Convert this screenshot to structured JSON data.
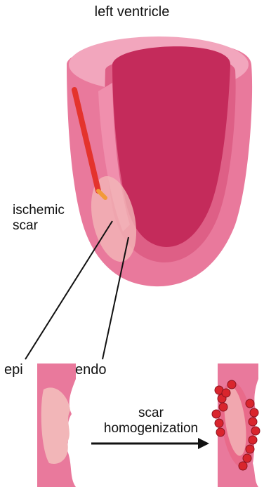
{
  "diagram": {
    "title": "left ventricle",
    "scar_label_line1": "ischemic",
    "scar_label_line2": "scar",
    "epi_label": "epi",
    "endo_label": "endo",
    "arrow_label_line1": "scar",
    "arrow_label_line2": "homogenization"
  },
  "colors": {
    "outer_wall": "#e9799c",
    "outer_wall_light": "#f2a6bd",
    "inner_cavity": "#c42b5b",
    "endo_layer": "#de5f86",
    "scar": "#f2b6b8",
    "catheter": "#e4332d",
    "ablation_dot": "#d9252d",
    "line": "#111111"
  },
  "icons": [
    "catheter-icon",
    "arrow-right-icon",
    "ablation-dot-icon"
  ]
}
